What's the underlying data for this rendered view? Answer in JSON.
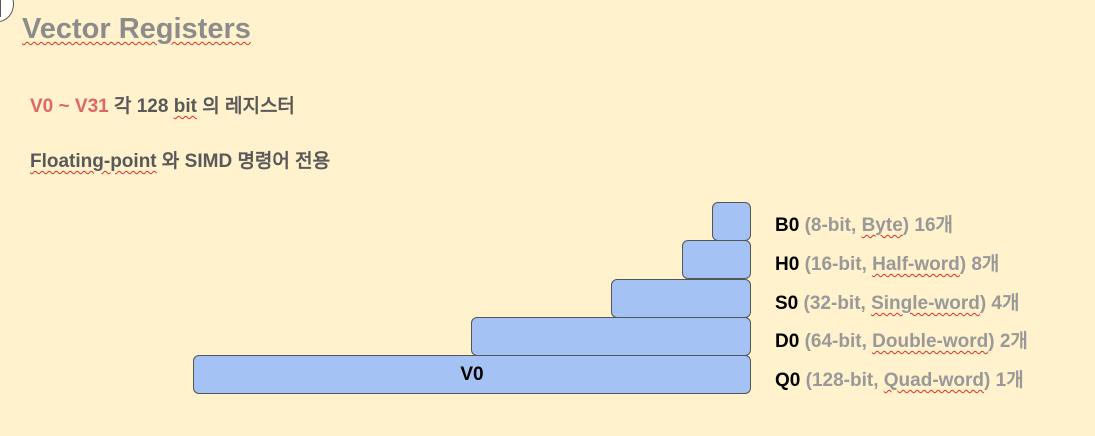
{
  "slide": {
    "title": "Vector Registers",
    "line1": {
      "range": "V0 ~ V31",
      "pre": " 각 128 ",
      "bit": "bit",
      "post": " 의 레지스터"
    },
    "line2": {
      "fp": "Floating-point",
      "post": " 와 SIMD 명령어 전용"
    },
    "q0_block_label": "V0",
    "registers": [
      {
        "name": "B0",
        "open": " (8-bit, ",
        "term": "Byte",
        "close": ") 16개"
      },
      {
        "name": "H0",
        "open": " (16-bit, ",
        "term": "Half-word",
        "close": ") 8개"
      },
      {
        "name": "S0",
        "open": " (32-bit, ",
        "term": "Single-word",
        "close": ") 4개"
      },
      {
        "name": "D0",
        "open": " (64-bit, ",
        "term": "Double-word",
        "close": ") 2개"
      },
      {
        "name": "Q0",
        "open": " (128-bit, ",
        "term": "Quad-word",
        "close": ") 1개"
      }
    ]
  },
  "colors": {
    "background": "#fff2cc",
    "block_fill": "#a4c2f4",
    "accent_red": "#e06666",
    "title_gray": "#8c8c8c"
  }
}
